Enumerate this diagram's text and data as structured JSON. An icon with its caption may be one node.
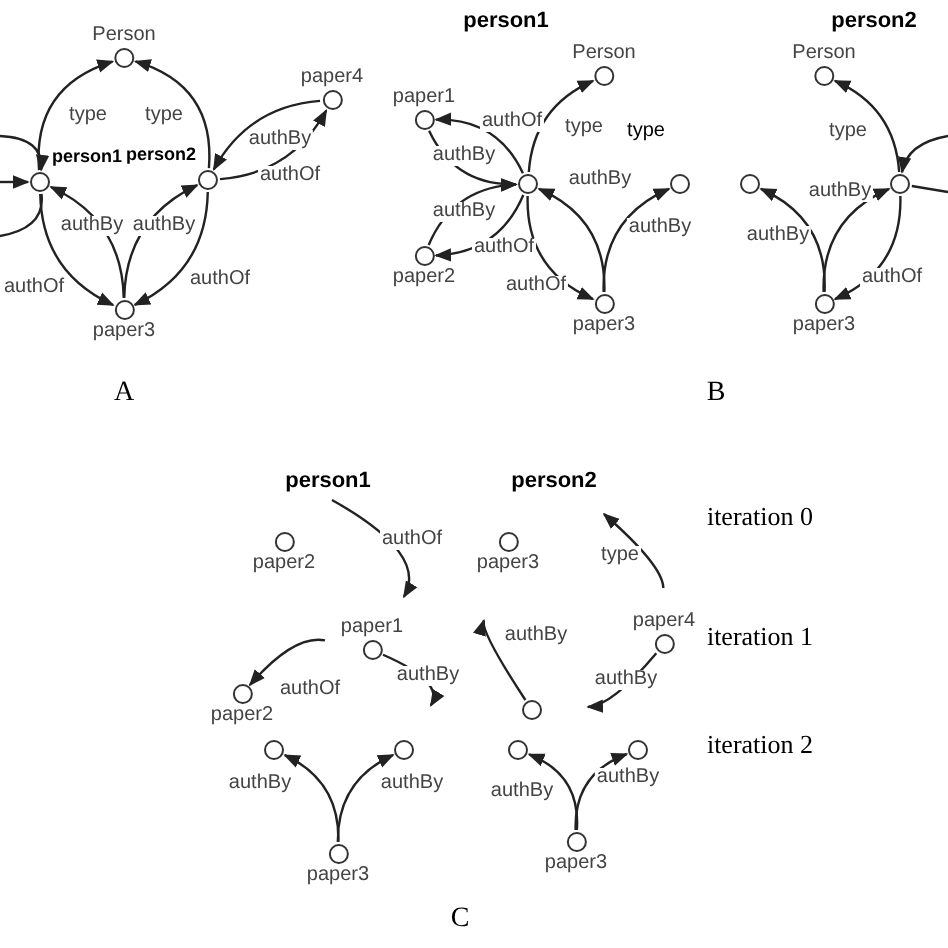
{
  "diagram": {
    "nodes": [
      {
        "text": [
          "Person"
        ]
      },
      {
        "text": [
          "person1"
        ]
      },
      {
        "text": [
          "person2"
        ]
      },
      {
        "text": [
          "paper3"
        ]
      },
      {
        "text": [
          "paper4"
        ]
      },
      {
        "text": [],
        "shape": "circle"
      },
      {
        "text": [
          "Person"
        ]
      },
      {
        "text": [
          "paper1"
        ]
      },
      {
        "text": [
          "paper2"
        ]
      },
      {
        "text": [
          "paper3"
        ]
      },
      {
        "text": [],
        "shape": "circle"
      },
      {
        "text": [
          "Person"
        ]
      },
      {
        "text": [],
        "shape": "circle"
      },
      {
        "text": [],
        "shape": "circle"
      },
      {
        "text": [
          "paper3"
        ]
      },
      {
        "text": [
          "person1"
        ]
      },
      {
        "text": [
          "paper2"
        ]
      },
      {
        "text": [
          "paper3"
        ]
      },
      {
        "text": [
          "paper1"
        ]
      },
      {
        "text": [
          "paper4"
        ]
      },
      {
        "text": [
          "paper2"
        ]
      },
      {
        "text": [],
        "shape": "circle"
      },
      {
        "text": [],
        "shape": "circle"
      },
      {
        "text": [],
        "shape": "circle"
      },
      {
        "text": [
          "paper3"
        ]
      },
      {
        "text": [],
        "shape": "circle"
      },
      {
        "text": [],
        "shape": "circle"
      },
      {
        "text": [
          "paper3"
        ]
      },
      {
        "text": [
          "person2"
        ]
      }
    ],
    "edges": [
      {
        "from": 1,
        "to": 0,
        "arrow": "to",
        "label": "type"
      },
      {
        "from": 2,
        "to": 0,
        "arrow": "to",
        "label": "type"
      },
      {
        "from": 3,
        "to": 1,
        "arrow": "to",
        "label": "authBy"
      },
      {
        "from": 1,
        "to": 3,
        "arrow": "to",
        "label": "authOf"
      },
      {
        "from": 3,
        "to": 2,
        "arrow": "to",
        "label": "authBy"
      },
      {
        "from": 2,
        "to": 3,
        "arrow": "to",
        "label": "authOf"
      },
      {
        "from": 4,
        "to": 2,
        "arrow": "to",
        "label": "authBy"
      },
      {
        "from": 2,
        "to": 4,
        "arrow": "to",
        "label": "authOf"
      },
      {
        "from": null,
        "to": 1,
        "arrow": "to"
      },
      {
        "from": null,
        "to": 1,
        "arrow": "to"
      },
      {
        "from": 1,
        "to": null,
        "arrow": "none"
      },
      {
        "from": 5,
        "to": 6,
        "arrow": "to",
        "label": "type"
      },
      {
        "from": 5,
        "to": 7,
        "arrow": "to",
        "label": "authOf"
      },
      {
        "from": 7,
        "to": 5,
        "arrow": "to",
        "label": "authBy"
      },
      {
        "from": 8,
        "to": 5,
        "arrow": "to",
        "label": "authBy"
      },
      {
        "from": 5,
        "to": 8,
        "arrow": "to",
        "label": "authOf"
      },
      {
        "from": 9,
        "to": 5,
        "arrow": "to",
        "label": "authBy"
      },
      {
        "from": 5,
        "to": 9,
        "arrow": "to",
        "label": "authOf"
      },
      {
        "from": 9,
        "to": 10,
        "arrow": "to",
        "label": "authBy"
      },
      {
        "from": 13,
        "to": 11,
        "arrow": "to",
        "label": "type"
      },
      {
        "from": 14,
        "to": 13,
        "arrow": "to",
        "label": "authBy"
      },
      {
        "from": 13,
        "to": 14,
        "arrow": "to",
        "label": "authOf"
      },
      {
        "from": 14,
        "to": 12,
        "arrow": "to",
        "label": "authBy"
      },
      {
        "from": null,
        "to": 13,
        "arrow": "to"
      },
      {
        "from": 13,
        "to": null,
        "arrow": "none"
      },
      {
        "from": 15,
        "to": 18,
        "arrow": "to",
        "label": "authOf"
      },
      {
        "from": 18,
        "to": 20,
        "arrow": "to",
        "label": "authOf"
      },
      {
        "from": 18,
        "to": 23,
        "arrow": "to",
        "label": "authBy"
      },
      {
        "from": 21,
        "to": 17,
        "arrow": "to",
        "label": "authBy"
      },
      {
        "from": 19,
        "to": 21,
        "arrow": "to",
        "label": "authBy"
      },
      {
        "from": 19,
        "to": 28,
        "arrow": "to",
        "label": "type"
      },
      {
        "from": 24,
        "to": 22,
        "arrow": "to",
        "label": "authBy"
      },
      {
        "from": 24,
        "to": 23,
        "arrow": "to",
        "label": "authBy"
      },
      {
        "from": 27,
        "to": 25,
        "arrow": "to",
        "label": "authBy"
      },
      {
        "from": 27,
        "to": 26,
        "arrow": "to",
        "label": "authBy"
      }
    ],
    "labels": [
      "person1",
      "person2",
      "type",
      "A",
      "B",
      "iteration 0",
      "iteration 1",
      "iteration 2",
      "C"
    ]
  }
}
